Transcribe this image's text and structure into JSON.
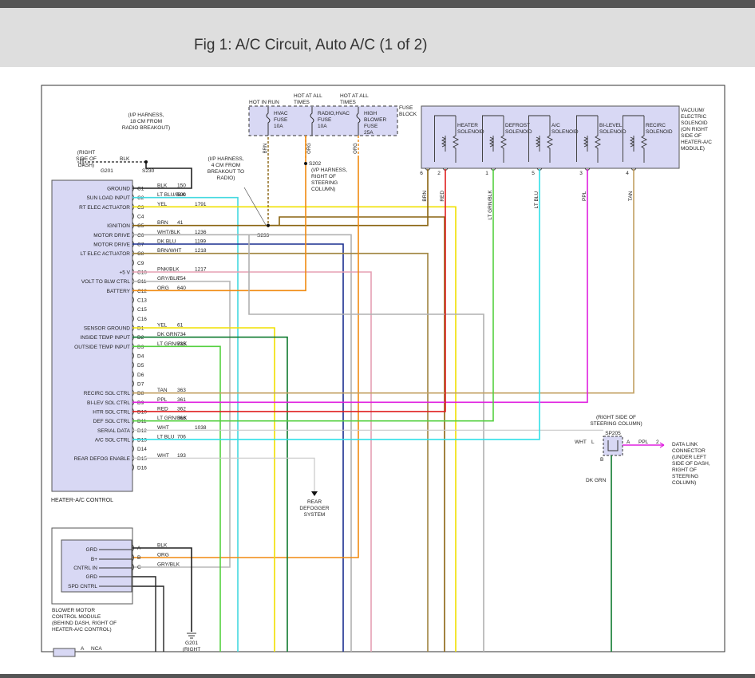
{
  "title": "Fig 1: A/C Circuit, Auto A/C (1 of 2)",
  "colors": {
    "BLK": "#222222",
    "LT BLU/BLK": "#45d9e0",
    "YEL": "#f0e000",
    "BRN": "#8a6410",
    "WHT/BLK": "#b0b0b0",
    "DK BLU": "#1a2f8f",
    "BRN/WHT": "#a08440",
    "PNK/BLK": "#e5a0b4",
    "GRY/BLK": "#b8b8b8",
    "ORG": "#f08a10",
    "DK GRN": "#0e7a2e",
    "LT GRN/BLK": "#55d040",
    "TAN": "#c2a062",
    "PPL": "#e020e0",
    "RED": "#e02020",
    "WHT": "#c8c8c8",
    "LT BLU": "#30e0e8"
  },
  "hvac": {
    "title": "HEATER-A/C CONTROL",
    "pins": [
      {
        "pin": "C1",
        "func": "GROUND",
        "wire": "BLK",
        "circuit": "150"
      },
      {
        "pin": "C2",
        "func": "SUN LOAD INPUT",
        "wire": "LT BLU/BLK",
        "circuit": "590"
      },
      {
        "pin": "C3",
        "func": "RT ELEC ACTUATOR",
        "wire": "YEL",
        "circuit": "1791"
      },
      {
        "pin": "C4",
        "func": "",
        "wire": "",
        "circuit": ""
      },
      {
        "pin": "C5",
        "func": "IGNITION",
        "wire": "BRN",
        "circuit": "41"
      },
      {
        "pin": "C6",
        "func": "MOTOR DRIVE",
        "wire": "WHT/BLK",
        "circuit": "1236"
      },
      {
        "pin": "C7",
        "func": "MOTOR DRIVE",
        "wire": "DK BLU",
        "circuit": "1199"
      },
      {
        "pin": "C8",
        "func": "LT ELEC ACTUATOR",
        "wire": "BRN/WHT",
        "circuit": "1218"
      },
      {
        "pin": "C9",
        "func": "",
        "wire": "",
        "circuit": ""
      },
      {
        "pin": "C10",
        "func": "+5 V",
        "wire": "PNK/BLK",
        "circuit": "1217"
      },
      {
        "pin": "C11",
        "func": "VOLT TO BLW CTRL",
        "wire": "GRY/BLK",
        "circuit": "754"
      },
      {
        "pin": "C12",
        "func": "BATTERY",
        "wire": "ORG",
        "circuit": "640"
      },
      {
        "pin": "C13",
        "func": "",
        "wire": "",
        "circuit": ""
      },
      {
        "pin": "C15",
        "func": "",
        "wire": "",
        "circuit": ""
      },
      {
        "pin": "C16",
        "func": "",
        "wire": "",
        "circuit": ""
      },
      {
        "pin": "D1",
        "func": "SENSOR GROUND",
        "wire": "YEL",
        "circuit": "61"
      },
      {
        "pin": "D2",
        "func": "INSIDE TEMP INPUT",
        "wire": "DK GRN",
        "circuit": "734"
      },
      {
        "pin": "D3",
        "func": "OUTSIDE TEMP INPUT",
        "wire": "LT GRN/BLK",
        "circuit": "735"
      },
      {
        "pin": "D4",
        "func": "",
        "wire": "",
        "circuit": ""
      },
      {
        "pin": "D5",
        "func": "",
        "wire": "",
        "circuit": ""
      },
      {
        "pin": "D6",
        "func": "",
        "wire": "",
        "circuit": ""
      },
      {
        "pin": "D7",
        "func": "",
        "wire": "",
        "circuit": ""
      },
      {
        "pin": "D8",
        "func": "RECIRC SOL CTRL",
        "wire": "TAN",
        "circuit": "363"
      },
      {
        "pin": "D9",
        "func": "BI-LEV SOL CTRL",
        "wire": "PPL",
        "circuit": "361"
      },
      {
        "pin": "D10",
        "func": "HTR SOL CTRL",
        "wire": "RED",
        "circuit": "362"
      },
      {
        "pin": "D11",
        "func": "DEF SOL CTRL",
        "wire": "LT GRN/BLK",
        "circuit": "366"
      },
      {
        "pin": "D12",
        "func": "SERIAL DATA",
        "wire": "WHT",
        "circuit": "1038"
      },
      {
        "pin": "D13",
        "func": "A/C SOL CTRL",
        "wire": "LT BLU",
        "circuit": "706"
      },
      {
        "pin": "D14",
        "func": "",
        "wire": "",
        "circuit": ""
      },
      {
        "pin": "D15",
        "func": "REAR DEFOG ENABLE",
        "wire": "WHT",
        "circuit": "193"
      },
      {
        "pin": "D16",
        "func": "",
        "wire": "",
        "circuit": ""
      }
    ]
  },
  "fuses": {
    "block_label": [
      "FUSE",
      "BLOCK"
    ],
    "items": [
      {
        "header": [
          "HOT IN RUN"
        ],
        "lines": [
          "HVAC",
          "FUSE",
          "10A"
        ],
        "wire": "BRN"
      },
      {
        "header": [
          "HOT AT ALL",
          "TIMES"
        ],
        "lines": [
          "RADIO,HVAC",
          "FUSE",
          "10A"
        ],
        "wire": "ORG"
      },
      {
        "header": [
          "HOT AT ALL",
          "TIMES"
        ],
        "lines": [
          "HIGH",
          "BLOWER",
          "FUSE",
          "25A"
        ],
        "wire": "ORG"
      }
    ]
  },
  "solenoids": {
    "block_label": [
      "VACUUM/",
      "ELECTRIC",
      "SOLENOID",
      "(ON RIGHT",
      "SIDE OF",
      "HEATER-A/C",
      "MODULE)"
    ],
    "items": [
      {
        "name": [
          "HEATER",
          "SOLENOID"
        ]
      },
      {
        "name": [
          "DEFROST",
          "SOLENOID"
        ]
      },
      {
        "name": [
          "A/C",
          "SOLENOID"
        ]
      },
      {
        "name": [
          "BI-LEVEL",
          "SOLENOID"
        ]
      },
      {
        "name": [
          "RECIRC",
          "SOLENOID"
        ]
      }
    ],
    "pins": [
      {
        "num": "6",
        "wire": "BRN"
      },
      {
        "num": "2",
        "wire": "RED"
      },
      {
        "num": "1",
        "wire": "LT GRN/BLK"
      },
      {
        "num": "5",
        "wire": "LT BLU"
      },
      {
        "num": "3",
        "wire": "PPL"
      },
      {
        "num": "4",
        "wire": "TAN"
      }
    ]
  },
  "ground_right_dash": [
    "(RIGHT",
    "SIDE OF",
    "DASH)"
  ],
  "g201": "G201",
  "g201_bottom": [
    "G201",
    "(RIGHT"
  ],
  "s230": "S230",
  "s230_note": [
    "(I/P HARNESS,",
    "18 CM FROM",
    "RADIO BREAKOUT)"
  ],
  "blk": "BLK",
  "s233": "S233",
  "s233_note": [
    "(I/P HARNESS,",
    "4 CM FROM",
    "BREAKOUT TO",
    "RADIO)"
  ],
  "s202": "S202",
  "s202_note": [
    "(I/P HARNESS,",
    "RIGHT OF",
    "STEERING",
    "COLUMN)"
  ],
  "sp205_note": [
    "(RIGHT SIDE OF",
    "STEERING COLUMN)"
  ],
  "sp205": "SP205",
  "sp205_wht": "WHT",
  "sp205_pins": {
    "l": "L",
    "a": "A",
    "b": "B"
  },
  "sp205_ppl": "PPL",
  "sp205_pin2": "2",
  "dk_grn": "DK GRN",
  "dlc": [
    "DATA LINK",
    "CONNECTOR",
    "(UNDER LEFT",
    "SIDE OF DASH,",
    "RIGHT OF",
    "STEERING",
    "COLUMN)"
  ],
  "rear_defogger": [
    "REAR",
    "DEFOGGER",
    "SYSTEM"
  ],
  "blower": {
    "title": [
      "BLOWER MOTOR",
      "CONTROL MODULE",
      "(BEHIND DASH, RIGHT OF",
      "HEATER-A/C CONTROL)"
    ],
    "inner": [
      "GRD",
      "B+",
      "CNTRL IN",
      "GRD",
      "SPD CNTRL"
    ],
    "pins": [
      {
        "pin": "A",
        "wire": "BLK"
      },
      {
        "pin": "B",
        "wire": "ORG"
      },
      {
        "pin": "C",
        "wire": "GRY/BLK"
      }
    ]
  },
  "nca": {
    "pin": "A",
    "text": "NCA"
  }
}
